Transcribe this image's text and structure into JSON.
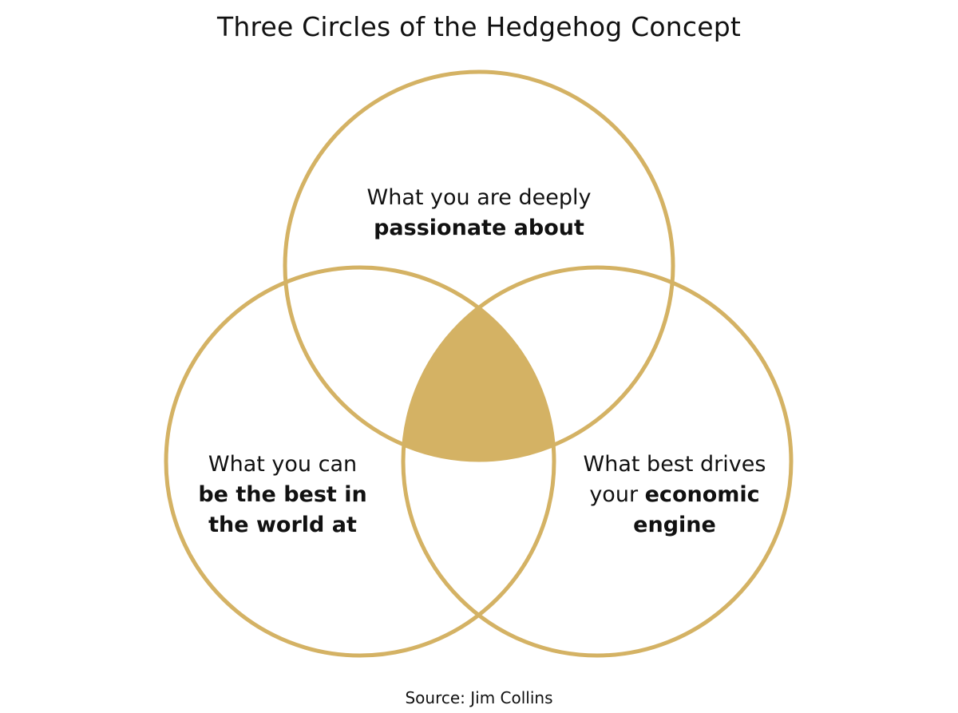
{
  "title": "Three Circles of the Hedgehog Concept",
  "circles": {
    "top": {
      "line1": "What you are deeply",
      "line2_bold": "passionate about"
    },
    "left": {
      "line1": "What you can",
      "line2_bold": "be the best in",
      "line3_bold": "the world at"
    },
    "right": {
      "line1": "What best drives",
      "line2_plain": "your ",
      "line2_bold": "economic",
      "line3_bold": "engine"
    }
  },
  "source": "Source: Jim Collins",
  "colors": {
    "circle_stroke": "#d4b264",
    "intersection_fill": "#d4b264"
  }
}
